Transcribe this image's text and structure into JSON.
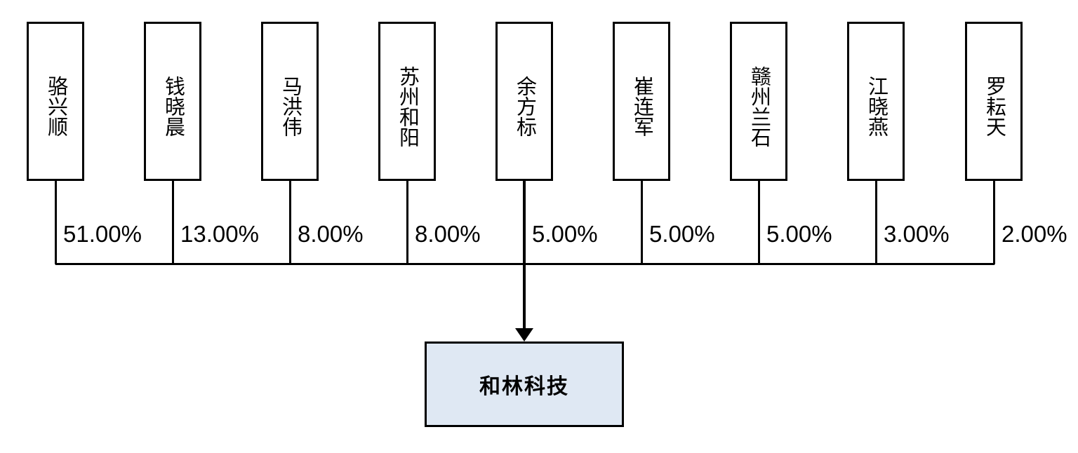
{
  "diagram": {
    "title_hint": "equity-structure-diagram",
    "company": {
      "label": "和林科技"
    },
    "shareholders": [
      {
        "name": "骆兴顺",
        "percent": "51.00%"
      },
      {
        "name": "钱晓晨",
        "percent": "13.00%"
      },
      {
        "name": "马洪伟",
        "percent": "8.00%"
      },
      {
        "name": "苏州和阳",
        "percent": "8.00%"
      },
      {
        "name": "余方标",
        "percent": "5.00%"
      },
      {
        "name": "崔连军",
        "percent": "5.00%"
      },
      {
        "name": "赣州兰石",
        "percent": "5.00%"
      },
      {
        "name": "江晓燕",
        "percent": "3.00%"
      },
      {
        "name": "罗耘天",
        "percent": "2.00%"
      }
    ],
    "colors": {
      "line": "#000000",
      "shareholder_box_fill": "#ffffff",
      "company_box_fill": "#dfe8f3",
      "text": "#000000"
    }
  }
}
